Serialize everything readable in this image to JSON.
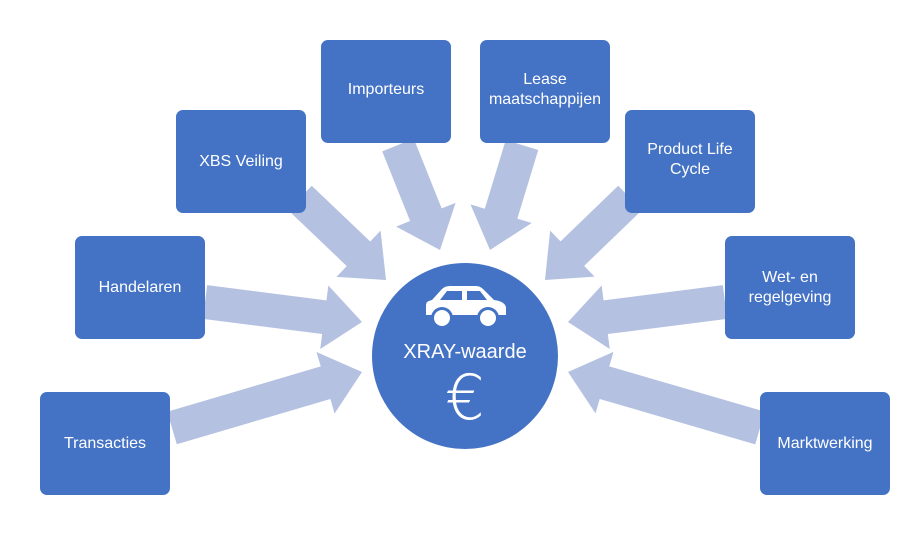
{
  "center": {
    "label": "XRAY-waarde",
    "icons": [
      "car-icon",
      "euro-icon"
    ],
    "euro_symbol": "€"
  },
  "sources": [
    {
      "label": "Transacties"
    },
    {
      "label": "Handelaren"
    },
    {
      "label": "XBS Veiling"
    },
    {
      "label": "Importeurs"
    },
    {
      "label": "Lease\nmaatschappijen"
    },
    {
      "label": "Product Life\nCycle"
    },
    {
      "label": "Wet- en\nregelgeving"
    },
    {
      "label": "Marktwerking"
    }
  ],
  "colors": {
    "box": "#4472C4",
    "arrow": "#B4C1E1",
    "text": "#FFFFFF"
  }
}
